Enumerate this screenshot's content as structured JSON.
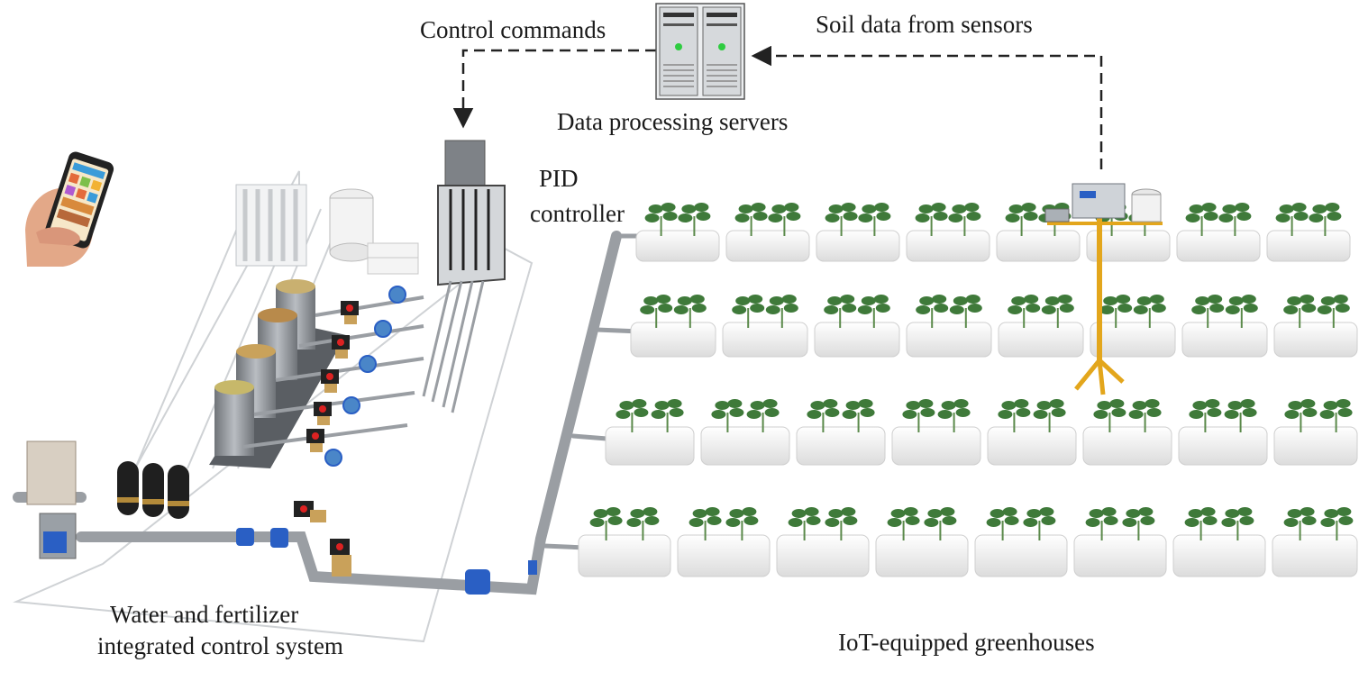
{
  "labels": {
    "control_commands": "Control commands",
    "soil_data": "Soil data from sensors",
    "data_servers": "Data processing servers",
    "pid_line1": "PID",
    "pid_line2": "controller",
    "wf_line1": "Water and fertilizer",
    "wf_line2": "integrated control system",
    "iot_greenhouses": "IoT-equipped greenhouses"
  },
  "colors": {
    "pipe": "#9a9ea3",
    "valve_blue": "#2a5fc4",
    "valve_brass": "#c9a15a",
    "tank_gray": "#8f9398",
    "bag_white": "#f4f4f4",
    "plant_green": "#3f7a3a",
    "sensor_pole": "#e3a61c",
    "server_gray": "#c9cdd2",
    "led_green": "#2ecc40",
    "arrow": "#222222"
  },
  "icons": {
    "phone": "smartphone-in-hand-icon",
    "server": "server-rack-icon",
    "sensor": "soil-sensor-station-icon"
  }
}
